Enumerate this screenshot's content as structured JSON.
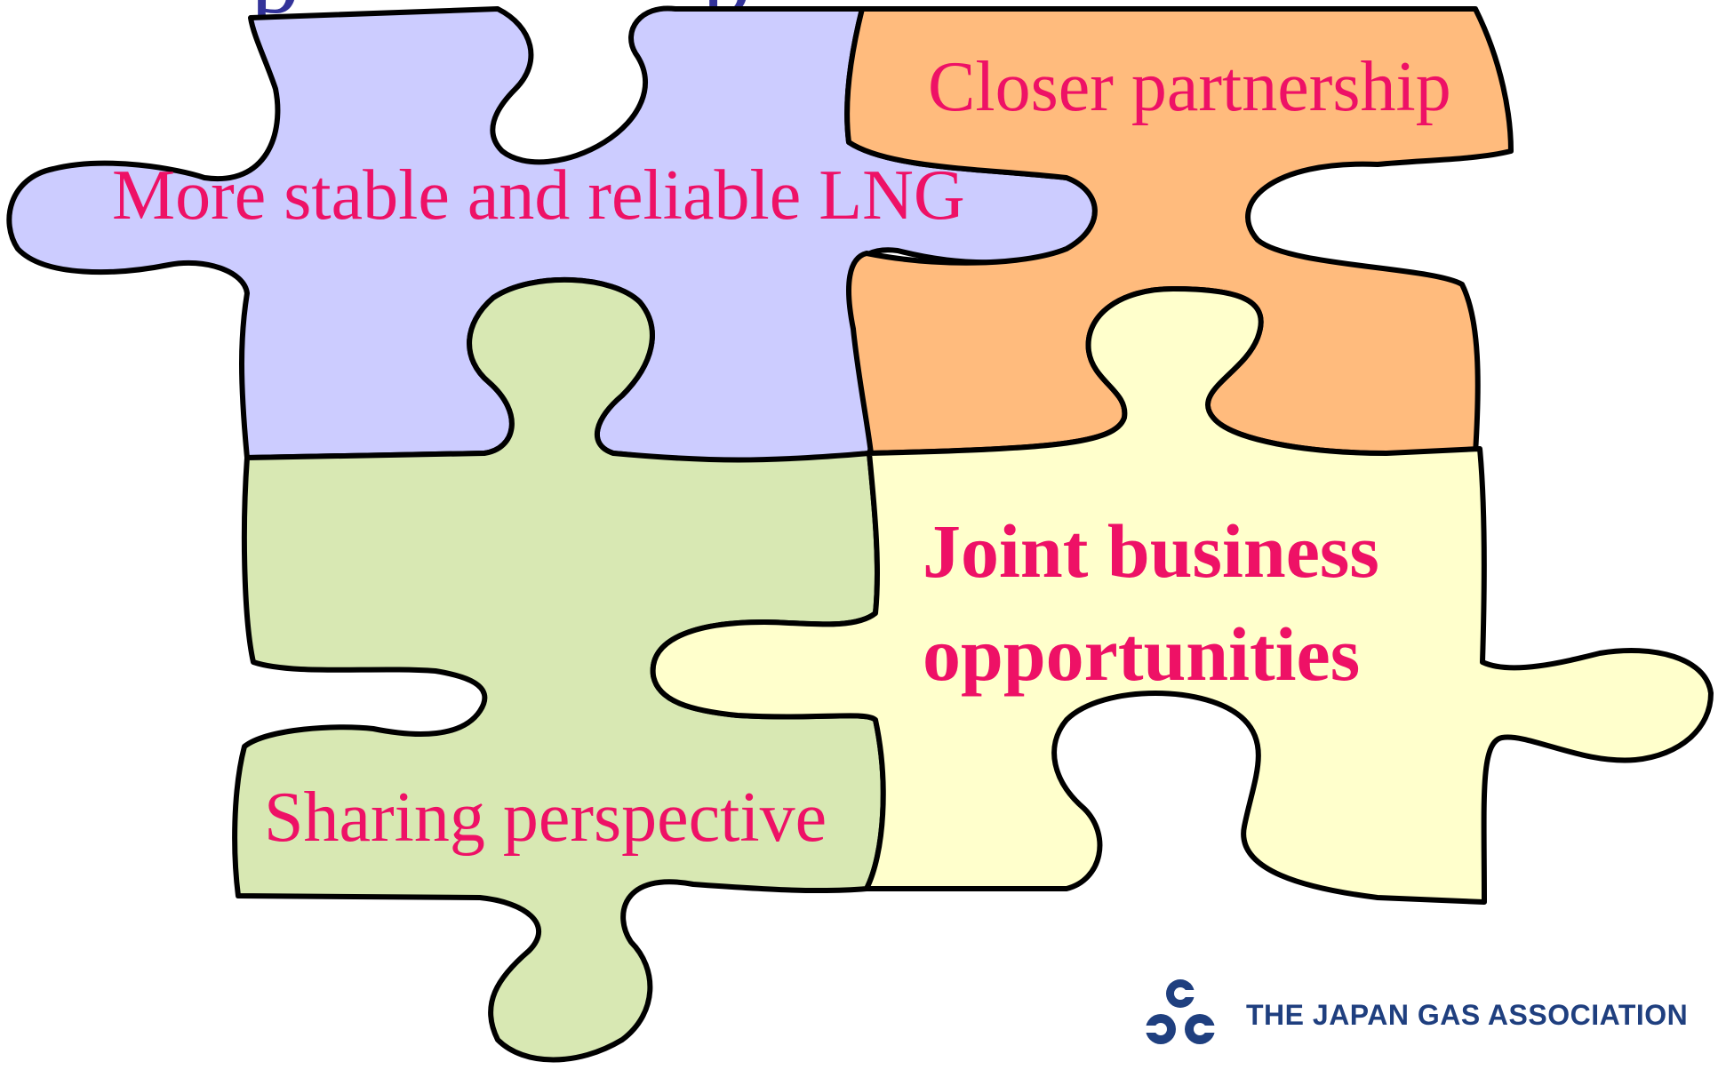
{
  "title_fragment": "p",
  "title_fragment_2": "p",
  "pieces": {
    "top_left": {
      "label": "More stable and reliable LNG",
      "color": "#ccccff"
    },
    "top_right": {
      "label": "Closer partnership",
      "color": "#ffbb7d"
    },
    "bottom_left": {
      "label": "Sharing perspective",
      "color": "#d8e8b3"
    },
    "bottom_right": {
      "label": "Joint business opportunities",
      "color": "#ffffcc"
    }
  },
  "label_color": "#ee1166",
  "logo": {
    "text": "THE JAPAN GAS ASSOCIATION",
    "color": "#1f3f7f"
  }
}
